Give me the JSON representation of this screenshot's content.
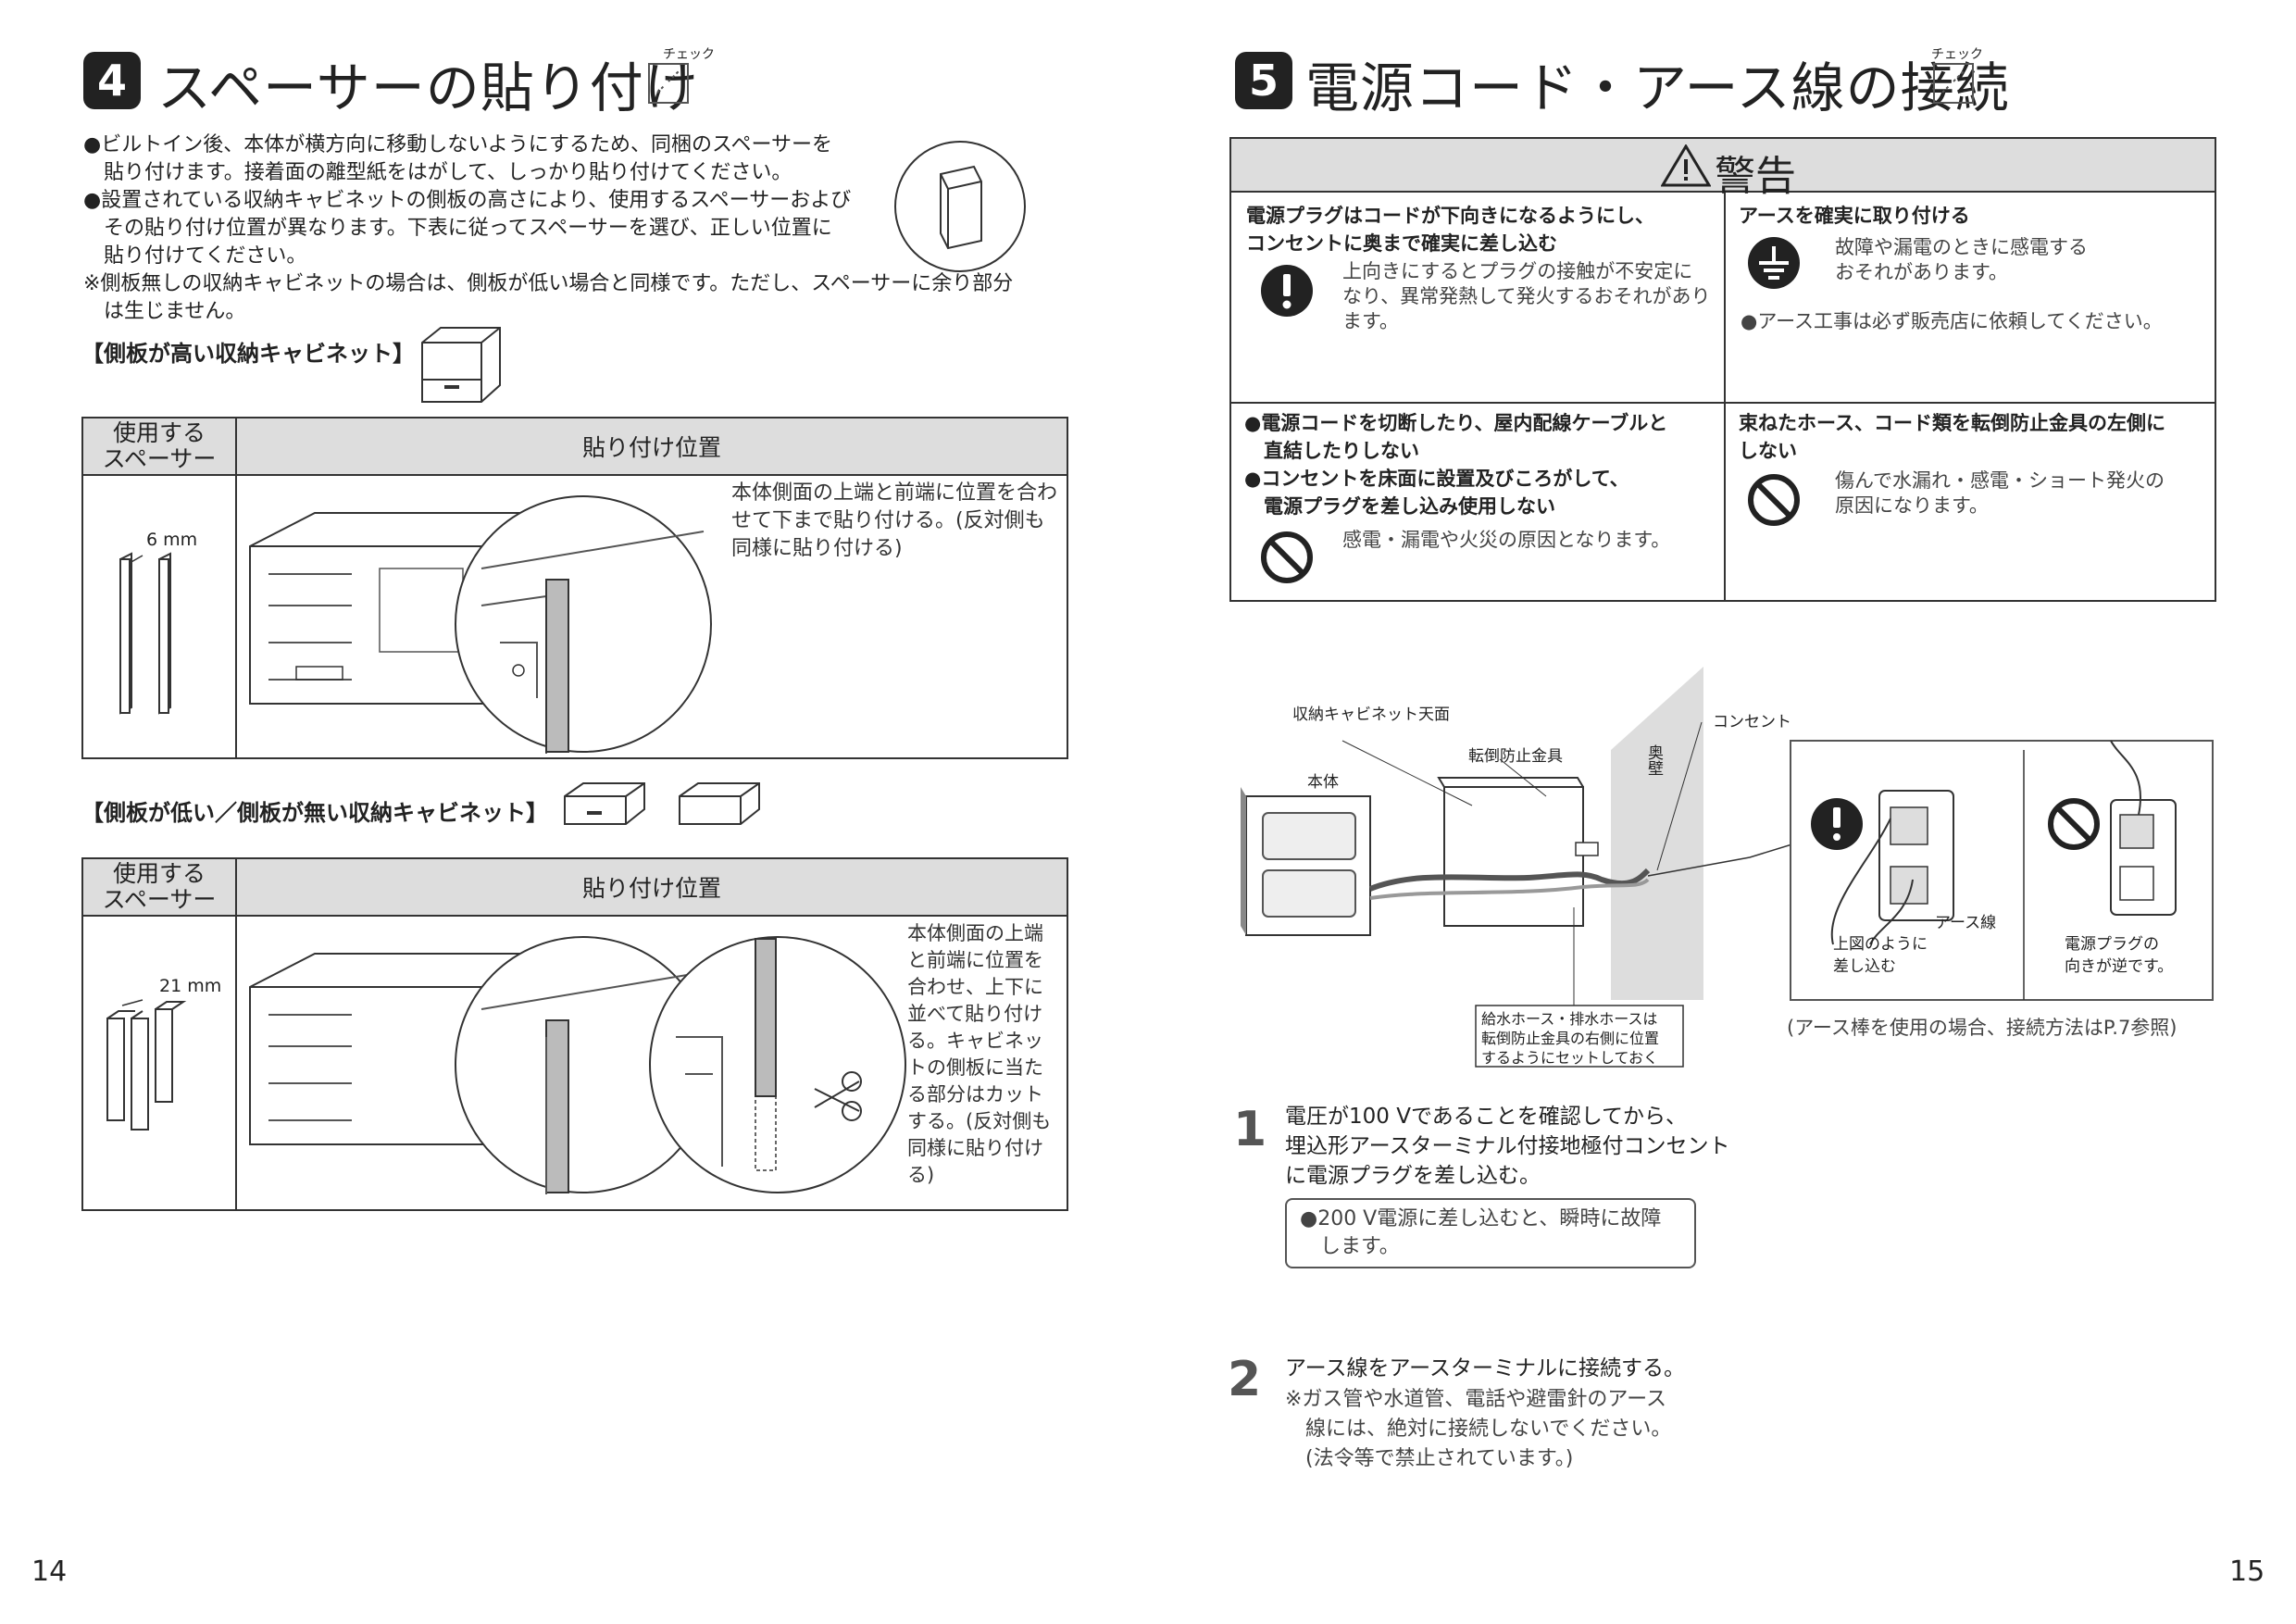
{
  "left": {
    "section_num": "4",
    "title": "スペーサーの貼り付け",
    "check_label": "チェック",
    "bullets": [
      "●ビルトイン後、本体が横方向に移動しないようにするため、同梱のスペーサーを",
      "　貼り付けます。接着面の離型紙をはがして、しっかり貼り付けてください。",
      "●設置されている収納キャビネットの側板の高さにより、使用するスペーサーおよび",
      "　その貼り付け位置が異なります。下表に従ってスペーサーを選び、正しい位置に",
      "　貼り付けてください。",
      "※側板無しの収納キャビネットの場合は、側板が低い場合と同様です。ただし、スペーサーに余り部分",
      "　は生じません。"
    ],
    "high_label": "【側板が高い収納キャビネット】",
    "low_label": "【側板が低い／側板が無い収納キャビネット】",
    "table_head_left_1": "使用する",
    "table_head_left_2": "スペーサー",
    "table_head_right": "貼り付け位置",
    "high_dim": "6 mm",
    "low_dim": "21 mm",
    "high_desc": [
      "本体側面の上端と前端に位置を合わ",
      "せて下まで貼り付ける。(反対側も",
      "同様に貼り付ける)"
    ],
    "low_desc": [
      "本体側面の上端",
      "と前端に位置を",
      "合わせ、上下に",
      "並べて貼り付け",
      "る。キャビネッ",
      "トの側板に当た",
      "る部分はカット",
      "する。(反対側も",
      "同様に貼り付け",
      "る)"
    ],
    "page": "14"
  },
  "right": {
    "section_num": "5",
    "title": "電源コード・アース線の接続",
    "check_label": "チェック",
    "warning_title": "警告",
    "w1_title": [
      "電源プラグはコードが下向きになるようにし、",
      "コンセントに奥まで確実に差し込む"
    ],
    "w1_desc": [
      "上向きにするとプラグの接触が不安定に",
      "なり、異常発熱して発火するおそれがあり",
      "ます。"
    ],
    "w2_title": "アースを確実に取り付ける",
    "w2_desc": [
      "故障や漏電のときに感電する",
      "おそれがあります。"
    ],
    "w2_note": "●アース工事は必ず販売店に依頼してください。",
    "w3_title": [
      "●電源コードを切断したり、屋内配線ケーブルと",
      "　直結したりしない",
      "●コンセントを床面に設置及びころがして、",
      "　電源プラグを差し込み使用しない"
    ],
    "w3_desc": "感電・漏電や火災の原因となります。",
    "w4_title": [
      "束ねたホース、コード類を転倒防止金具の左側に",
      "しない"
    ],
    "w4_desc": [
      "傷んで水漏れ・感電・ショート発火の",
      "原因になります。"
    ],
    "diagram": {
      "cabinet_top": "収納キャビネット天面",
      "tip_bracket": "転倒防止金具",
      "body": "本体",
      "back_wall": "奥壁",
      "outlet": "コンセント",
      "earth_wire": "アース線",
      "ok_caption": [
        "上図のように",
        "差し込む"
      ],
      "ng_caption": [
        "電源プラグの",
        "向きが逆です。"
      ],
      "hose_note": [
        "給水ホース・排水ホースは",
        "転倒防止金具の右側に位置",
        "するようにセットしておく"
      ],
      "earth_rod_note": "(アース棒を使用の場合、接続方法はP.7参照)"
    },
    "step1_num": "1",
    "step1": [
      "電圧が100 Vであることを確認してから、",
      "埋込形アースターミナル付接地極付コンセント",
      "に電源プラグを差し込む。"
    ],
    "step1_note": [
      "●200 V電源に差し込むと、瞬時に故障",
      "　します。"
    ],
    "step2_num": "2",
    "step2": "アース線をアースターミナルに接続する。",
    "step2_note": [
      "※ガス管や水道管、電話や避雷針のアース",
      "　線には、絶対に接続しないでください。",
      "　(法令等で禁止されています。)"
    ],
    "page": "15"
  }
}
